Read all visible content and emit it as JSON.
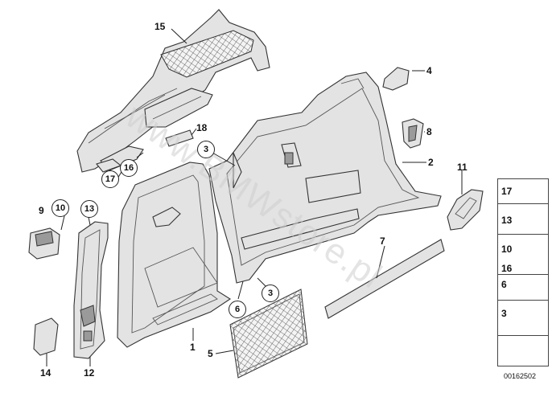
{
  "part_numbers": {
    "n1": "1",
    "n2": "2",
    "n3a": "3",
    "n3b": "3",
    "n4": "4",
    "n5": "5",
    "n6": "6",
    "n7": "7",
    "n8": "8",
    "n9": "9",
    "n10": "10",
    "n11": "11",
    "n12": "12",
    "n13": "13",
    "n14": "14",
    "n15": "15",
    "n16": "16",
    "n17": "17",
    "n18": "18"
  },
  "legend": {
    "r17": "17",
    "r13": "13",
    "r10": "10",
    "r16": "16",
    "r6": "6",
    "r3": "3"
  },
  "watermark": "www.BMWstore.pl",
  "diagram_id": "00162502",
  "colors": {
    "line": "#333333",
    "fill": "#e3e3e3",
    "watermark": "#cfcfcf"
  }
}
